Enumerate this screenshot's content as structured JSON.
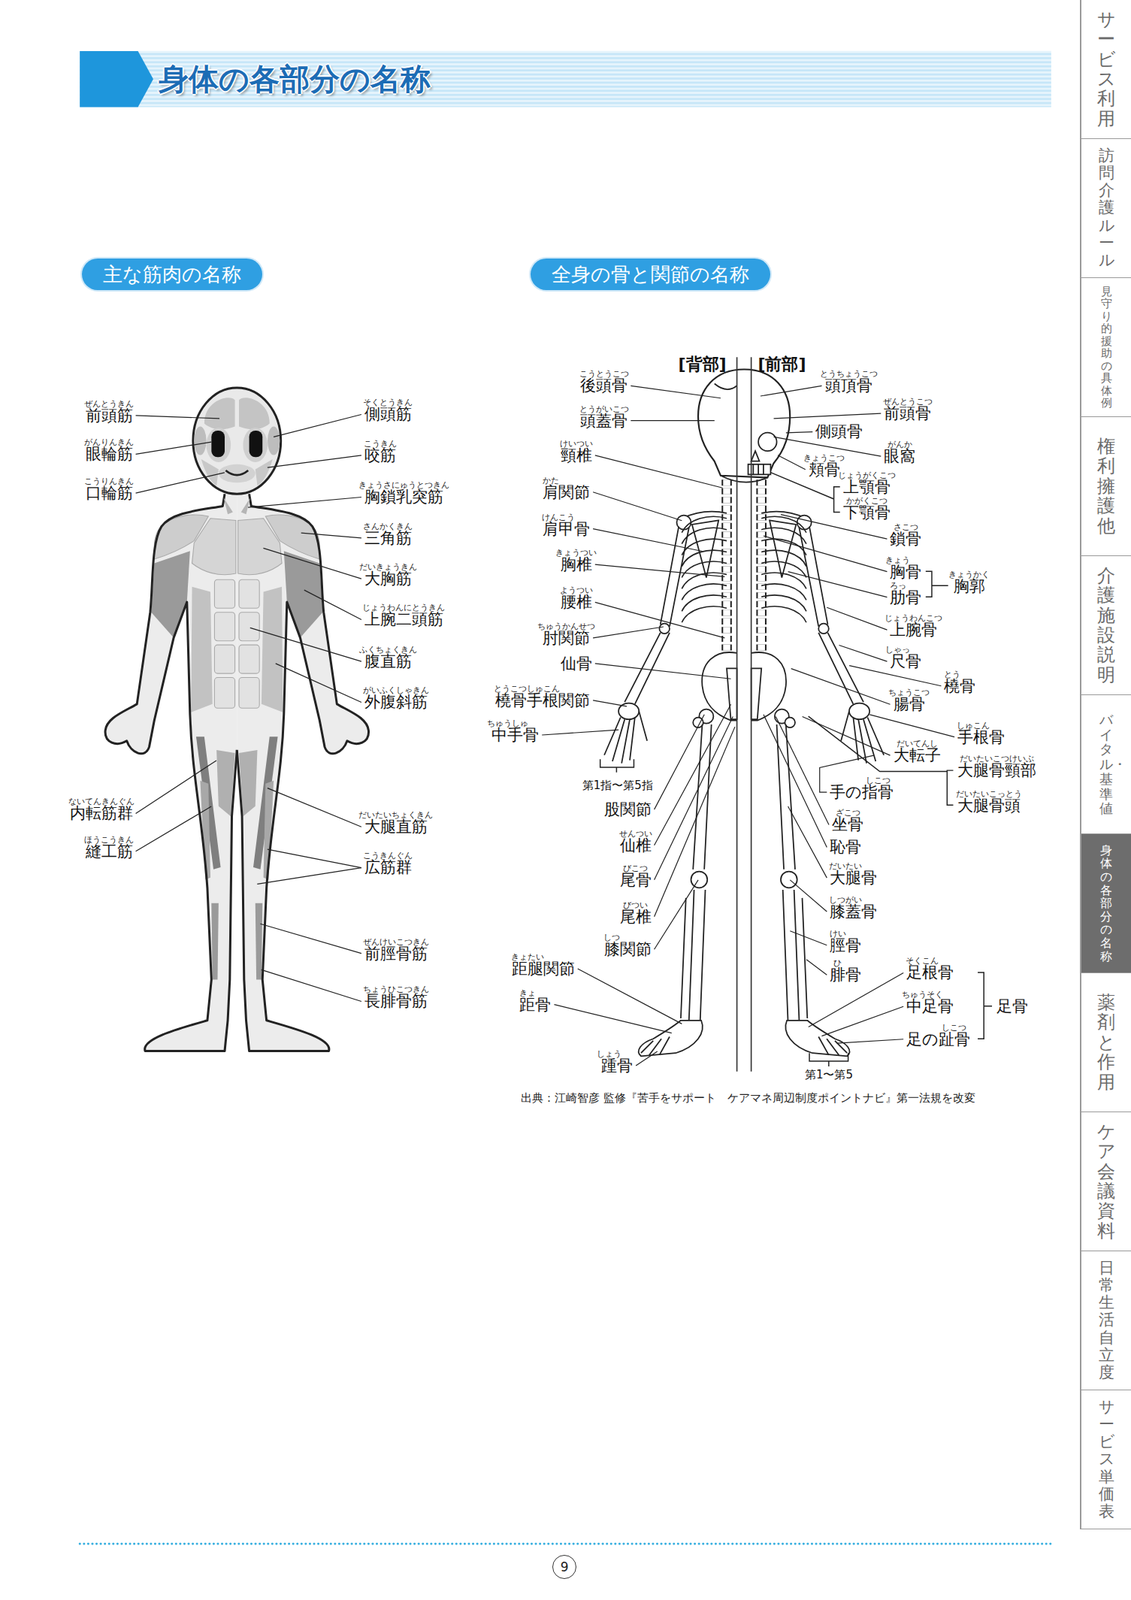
{
  "diagram": {
    "title": "身体の各部分の名称",
    "caption": "出典：江崎智彦 監修『苦手をサポート　ケアマネ周辺制度ポイントナビ』第一法規を改変",
    "nodes": [
      {
        "text": [
          "主な筋肉の名称"
        ]
      },
      {
        "text": [
          "全身の骨と関節の名称"
        ]
      },
      {
        "text": [
          "サービス利用"
        ]
      },
      {
        "text": [
          "訪問介護ルール"
        ]
      },
      {
        "text": [
          "見守り的援助の具体例"
        ]
      },
      {
        "text": [
          "権利擁護他"
        ]
      },
      {
        "text": [
          "介護施設説明"
        ]
      },
      {
        "text": [
          "バイタル・基準値"
        ]
      },
      {
        "text": [
          "身体の各部分の名称"
        ]
      },
      {
        "text": [
          "薬剤と作用"
        ]
      },
      {
        "text": [
          "ケア会議資料"
        ]
      },
      {
        "text": [
          "日常生活自立度"
        ]
      },
      {
        "text": [
          "サービス単価表"
        ]
      },
      {
        "text": [
          "9"
        ]
      }
    ],
    "labels": [
      "前頭筋",
      "ぜんとうきん",
      "眼輪筋",
      "がんりんきん",
      "口輪筋",
      "こうりんきん",
      "内転筋群",
      "ないてんきんぐん",
      "縫工筋",
      "ほうこうきん",
      "側頭筋",
      "そくとうきん",
      "咬筋",
      "こうきん",
      "胸鎖乳突筋",
      "きょうさにゅうとつきん",
      "三角筋",
      "さんかくきん",
      "大胸筋",
      "だいきょうきん",
      "上腕二頭筋",
      "じょうわんにとうきん",
      "腹直筋",
      "ふくちょくきん",
      "外腹斜筋",
      "がいふくしゃきん",
      "大腿直筋",
      "だいたいちょくきん",
      "広筋群",
      "こうきんぐん",
      "前脛骨筋",
      "ぜんけいこつきん",
      "長腓骨筋",
      "ちょうひこつきん",
      "[背部]",
      "[前部]",
      "後頭骨",
      "こうとうこつ",
      "頭蓋骨",
      "とうがいこつ",
      "頸椎",
      "けいつい",
      "肩関節",
      "かた",
      "肩甲骨",
      "けんこう",
      "胸椎",
      "きょうつい",
      "腰椎",
      "ようつい",
      "肘関節",
      "ちゅうかんせつ",
      "仙骨",
      "橈骨手根関節",
      "とうこつしゅこん",
      "中手骨",
      "ちゅうしゅ",
      "第1指〜第5指",
      "股関節",
      "仙椎",
      "せんつい",
      "尾骨",
      "びこつ",
      "尾椎",
      "びつい",
      "膝関節",
      "しつ",
      "距腿関節",
      "きょたい",
      "距骨",
      "きょ",
      "踵骨",
      "しょう",
      "頭頂骨",
      "とうちょうこつ",
      "前頭骨",
      "ぜんとうこつ",
      "側頭骨",
      "眼窩",
      "がんか",
      "頬骨",
      "きょうこつ",
      "上顎骨",
      "じょうがくこつ",
      "下顎骨",
      "かがくこつ",
      "鎖骨",
      "さこつ",
      "胸骨",
      "きょう",
      "肋骨",
      "ろっ",
      "胸郭",
      "きょうかく",
      "上腕骨",
      "じょうわんこつ",
      "尺骨",
      "しゃっ",
      "橈骨",
      "とう",
      "腸骨",
      "ちょうこつ",
      "手根骨",
      "しゅこん",
      "大転子",
      "だいてんし",
      "大腿骨頸部",
      "だいたいこつけいぶ",
      "手の指骨",
      "しこつ",
      "大腿骨頭",
      "だいたいこっとう",
      "坐骨",
      "ざこつ",
      "恥骨",
      "大腿骨",
      "だいたい",
      "膝蓋骨",
      "しつがい",
      "脛骨",
      "けい",
      "腓骨",
      "ひ",
      "足根骨",
      "そくこん",
      "中足骨",
      "ちゅうそく",
      "足の趾骨",
      "しこつ",
      "足骨",
      "第1〜第5"
    ]
  }
}
